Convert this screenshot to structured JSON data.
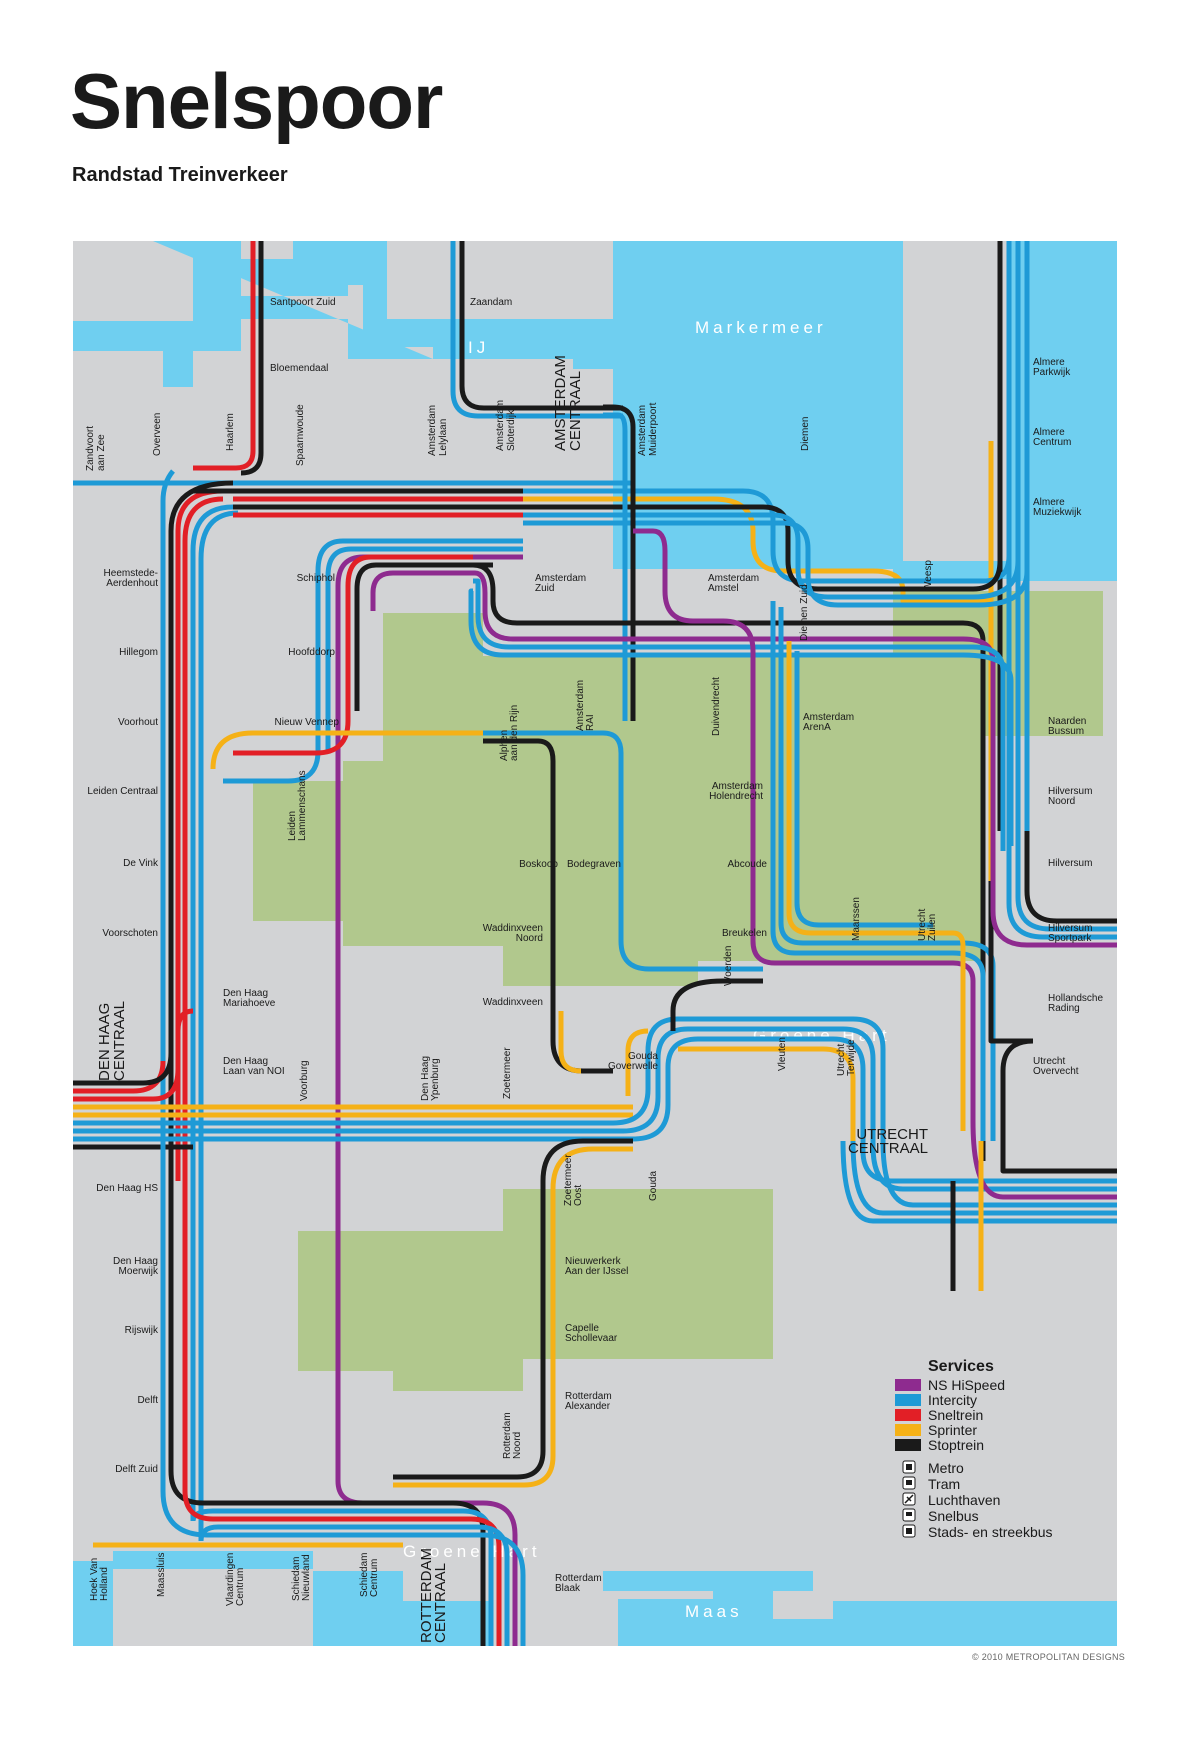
{
  "title": "Snelspoor",
  "subtitle": "Randstad Treinverkeer",
  "copyright": "© 2010 METROPOLITAN DESIGNS",
  "colors": {
    "hispeed": "#8e2b8f",
    "intercity": "#1e9ad6",
    "sneltrein": "#e21f26",
    "sprinter": "#f5b117",
    "stoptrein": "#1a1a1a",
    "water": "#6fcff0",
    "land": "#d2d3d5",
    "green": "#b1c88d"
  },
  "regions": {
    "markermeer": "Markermeer",
    "ij": "IJ",
    "maas": "Maas",
    "groene_hart_1": "Groene Hart",
    "groene_hart_2": "Groene Hart"
  },
  "stations": {
    "santpoort_zuid": "Santpoort Zuid",
    "bloemendaal": "Bloemendaal",
    "zaandam": "Zaandam",
    "zandvoort": [
      "Zandvoort",
      "aan Zee"
    ],
    "overveen": "Overveen",
    "haarlem": "Haarlem",
    "spaarnwoude": "Spaarnwoude",
    "sloterdijk": [
      "Amsterdam",
      "Sloterdijk"
    ],
    "lelylaan": [
      "Amsterdam",
      "Lelylaan"
    ],
    "ams_centraal": [
      "AMSTERDAM",
      "CENTRAAL"
    ],
    "muiderpoort": [
      "Amsterdam",
      "Muiderpoort"
    ],
    "diemen": "Diemen",
    "almere_parkwijk": [
      "Almere",
      "Parkwijk"
    ],
    "almere_centrum": [
      "Almere",
      "Centrum"
    ],
    "almere_muziekwijk": [
      "Almere",
      "Muziekwijk"
    ],
    "heemstede": [
      "Heemstede-",
      "Aerdenhout"
    ],
    "schiphol": "Schiphol",
    "ams_zuid": [
      "Amsterdam",
      "Zuid"
    ],
    "ams_amstel": [
      "Amsterdam",
      "Amstel"
    ],
    "diemen_zuid": "Diemen Zuid",
    "weesp": "Weesp",
    "hillegom": "Hillegom",
    "hoofddorp": "Hoofddorp",
    "ams_rai": [
      "Amsterdam",
      "RAI"
    ],
    "duivendrecht": "Duivendrecht",
    "naarden": [
      "Naarden",
      "Bussum"
    ],
    "voorhout": "Voorhout",
    "nieuw_vennep": "Nieuw Vennep",
    "alphen": [
      "Alphen",
      "aan den Rijn"
    ],
    "arena": [
      "Amsterdam",
      "ArenA"
    ],
    "leiden_centraal": "Leiden Centraal",
    "lammenschans": [
      "Leiden",
      "Lammenschans"
    ],
    "holendrecht": [
      "Amsterdam",
      "Holendrecht"
    ],
    "hilversum_noord": [
      "Hilversum",
      "Noord"
    ],
    "de_vink": "De Vink",
    "boskoop": "Boskoop",
    "bodegraven": "Bodegraven",
    "abcoude": "Abcoude",
    "hilversum": "Hilversum",
    "voorschoten": "Voorschoten",
    "waddinxveen_noord": [
      "Waddinxveen",
      "Noord"
    ],
    "breukelen": "Breukelen",
    "maarssen": "Maarssen",
    "utrecht_zuilen": [
      "Utrecht",
      "Zuilen"
    ],
    "hilversum_sportpark": [
      "Hilversum",
      "Sportpark"
    ],
    "mariahoeve": [
      "Den Haag",
      "Mariahoeve"
    ],
    "waddinxveen": "Waddinxveen",
    "woerden": "Woerden",
    "hollandsche_rading": [
      "Hollandsche",
      "Rading"
    ],
    "den_haag_centraal": [
      "DEN HAAG",
      "CENTRAAL"
    ],
    "laan_van_noi": [
      "Den Haag",
      "Laan van NOI"
    ],
    "voorburg": "Voorburg",
    "ypenburg": [
      "Den Haag",
      "Ypenburg"
    ],
    "zoetermeer": "Zoetermeer",
    "gouda_goverwelle": [
      "Gouda",
      "Goverwelle"
    ],
    "vleuten": "Vleuten",
    "terwijde": [
      "Utrecht",
      "Terwijde"
    ],
    "overvecht": [
      "Utrecht",
      "Overvecht"
    ],
    "utrecht_centraal": [
      "UTRECHT",
      "CENTRAAL"
    ],
    "den_haag_hs": "Den Haag HS",
    "zoetermeer_oost": [
      "Zoetermeer",
      "Oost"
    ],
    "gouda": "Gouda",
    "moerwijk": [
      "Den Haag",
      "Moerwijk"
    ],
    "nieuwerkerk": [
      "Nieuwerkerk",
      "Aan der IJssel"
    ],
    "rijswijk": "Rijswijk",
    "capelle": [
      "Capelle",
      "Schollevaar"
    ],
    "delft": "Delft",
    "alexander": [
      "Rotterdam",
      "Alexander"
    ],
    "delft_zuid": "Delft Zuid",
    "rotterdam_noord": [
      "Rotterdam",
      "Noord"
    ],
    "hoek_van_holland": [
      "Hoek Van",
      "Holland"
    ],
    "maassluis": "Maassluis",
    "vlaardingen": [
      "Vlaardingen",
      "Centrum"
    ],
    "schiedam_nieuwland": [
      "Schiedam",
      "Nieuwland"
    ],
    "schiedam_centrum": [
      "Schiedam",
      "Centrum"
    ],
    "rotterdam_centraal": [
      "ROTTERDAM",
      "CENTRAAL"
    ],
    "rotterdam_blaak": [
      "Rotterdam",
      "Blaak"
    ]
  },
  "legend": {
    "title": "Services",
    "services": [
      {
        "label": "NS HiSpeed",
        "color": "#8e2b8f"
      },
      {
        "label": "Intercity",
        "color": "#1e9ad6"
      },
      {
        "label": "Sneltrein",
        "color": "#e21f26"
      },
      {
        "label": "Sprinter",
        "color": "#f5b117"
      },
      {
        "label": "Stoptrein",
        "color": "#1a1a1a"
      }
    ],
    "facilities": [
      {
        "label": "Metro",
        "icon": "metro-icon"
      },
      {
        "label": "Tram",
        "icon": "tram-icon"
      },
      {
        "label": "Luchthaven",
        "icon": "airport-icon"
      },
      {
        "label": "Snelbus",
        "icon": "bus-icon"
      },
      {
        "label": "Stads- en streekbus",
        "icon": "bus-icon"
      }
    ]
  }
}
